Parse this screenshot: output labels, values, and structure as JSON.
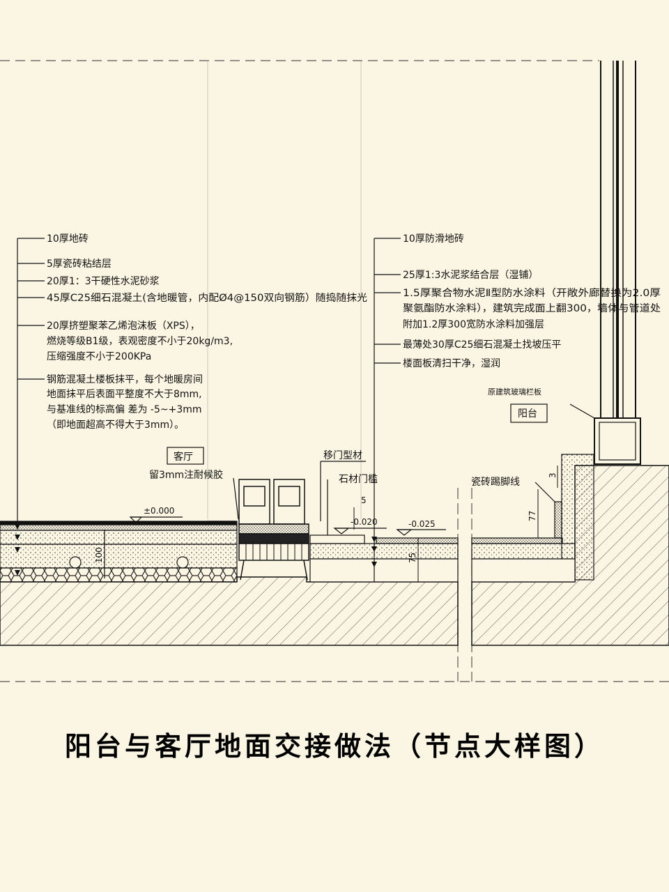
{
  "title": "阳台与客厅地面交接做法（节点大样图）",
  "left_notes": [
    "10厚地砖",
    "5厚瓷砖粘结层",
    "20厚1：3干硬性水泥砂浆",
    "45厚C25细石混凝土(含地暖管，内配Ø4@150双向钢筋）随捣随抹光",
    "20厚挤塑聚苯乙烯泡沫板（XPS），",
    "燃烧等级B1级，表观密度不小于20kg/m3,",
    "压缩强度不小于200KPa",
    "钢筋混凝土楼板抹平，每个地暖房间",
    "地面抹平后表面平整度不大于8mm,",
    "与基准线的标高偏  差为  -5~+3mm",
    "（即地面超高不得大于3mm）。"
  ],
  "right_notes": [
    "10厚防滑地砖",
    "25厚1:3水泥浆结合层（湿铺）",
    "1.5厚聚合物水泥Ⅱ型防水涂料（开敞外廊替换为2.0厚",
    "聚氨酯防水涂料），建筑完成面上翻300，墙体与管道处",
    "附加1.2厚300宽防水涂料加强层",
    "最薄处30厚C25细石混凝土找坡压平",
    "楼面板清扫干净，湿润"
  ],
  "labels": {
    "living_room": "客厅",
    "balcony": "阳台",
    "sealant": "留3mm注耐候胶",
    "door_frame": "移门型材",
    "threshold": "石材门槛",
    "skirting": "瓷砖踢脚线",
    "glass_railing": "原建筑玻璃栏板"
  },
  "dimensions": {
    "elev_living": "±0.000",
    "elev_threshold": "-0.020",
    "elev_balcony": "-0.025",
    "dim_5": "5",
    "dim_100": "100",
    "dim_75": "75",
    "dim_77": "77",
    "dim_3": "3"
  },
  "colors": {
    "background": "#fbf5e3",
    "line": "#111111"
  }
}
